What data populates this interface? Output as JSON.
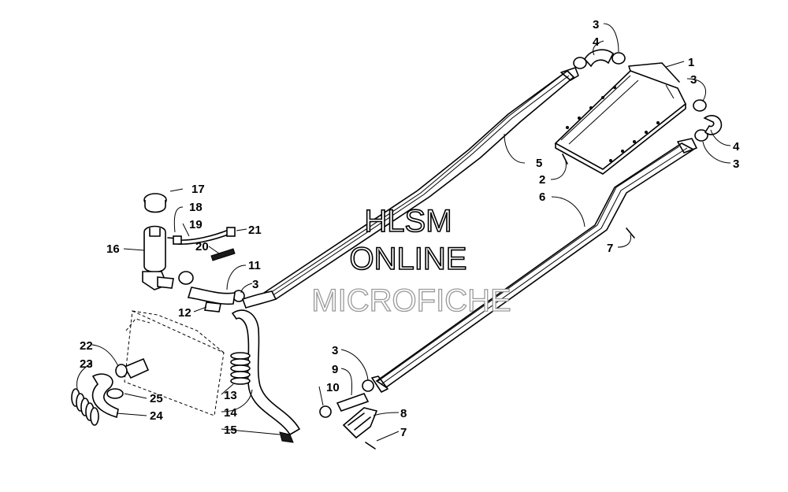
{
  "callouts": {
    "c1": "1",
    "c2": "2",
    "c3a": "3",
    "c3b": "3",
    "c3c": "3",
    "c3d": "3",
    "c3e": "3",
    "c4a": "4",
    "c4b": "4",
    "c5": "5",
    "c6": "6",
    "c7a": "7",
    "c7b": "7",
    "c8": "8",
    "c9": "9",
    "c10": "10",
    "c11": "11",
    "c12": "12",
    "c13": "13",
    "c14": "14",
    "c15": "15",
    "c16": "16",
    "c17": "17",
    "c18": "18",
    "c19": "19",
    "c20": "20",
    "c21": "21",
    "c22": "22",
    "c23": "23",
    "c24": "24",
    "c25": "25"
  },
  "watermark": {
    "line1": "HLSM",
    "line2": "ONLINE",
    "line3": "MICROFICHE"
  }
}
